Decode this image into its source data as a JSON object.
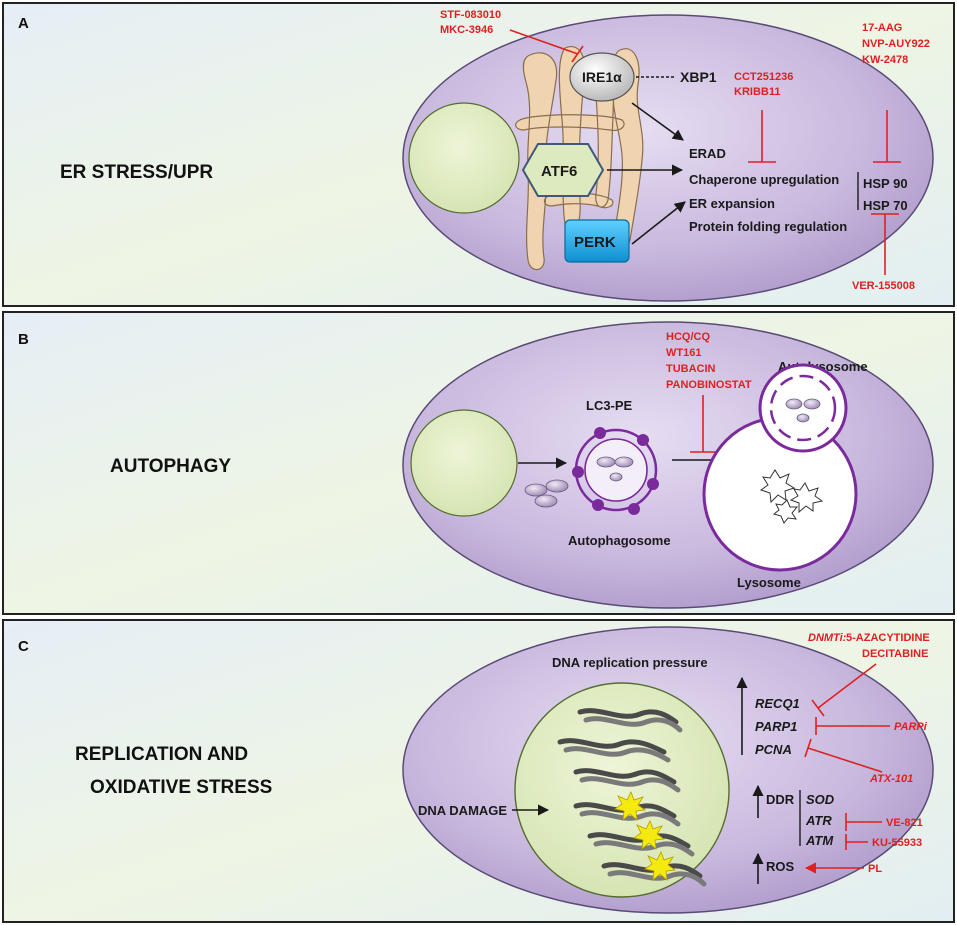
{
  "panels": {
    "a": {
      "letter": "A",
      "title": "ER STRESS/UPR",
      "sensors": {
        "ire1": "IRE1α",
        "xbp1": "XBP1",
        "atf6": "ATF6",
        "perk": "PERK"
      },
      "outputs": [
        "ERAD",
        "Chaperone upregulation",
        "ER expansion",
        "Protein folding regulation"
      ],
      "hsp90": "HSP 90",
      "hsp70": "HSP 70",
      "drugs": {
        "ire1": [
          "STF-083010",
          "MKC-3946"
        ],
        "erad": [
          "CCT251236",
          "KRIBB11"
        ],
        "hsp90": [
          "17-AAG",
          "NVP-AUY922",
          "KW-2478"
        ],
        "hsp70": [
          "VER-155008"
        ]
      }
    },
    "b": {
      "letter": "B",
      "title": "AUTOPHAGY",
      "lc3": "LC3-PE",
      "autophagosome": "Autophagosome",
      "autolysosome": "Autolysosome",
      "lysosome": "Lysosome",
      "drugs": [
        "HCQ/CQ",
        "WT161",
        "TUBACIN",
        "PANOBINOSTAT"
      ]
    },
    "c": {
      "letter": "C",
      "title_lines": [
        "REPLICATION AND",
        "OXIDATIVE STRESS"
      ],
      "pressure": "DNA replication pressure",
      "damage": "DNA DAMAGE",
      "genes": [
        "RECQ1",
        "PARP1",
        "PCNA"
      ],
      "ddr": "DDR",
      "ddr_items": [
        "SOD",
        "ATR",
        "ATM"
      ],
      "ros": "ROS",
      "drugs": {
        "dnmti_prefix": "DNMTi:",
        "dnmti_1": "5-AZACYTIDINE",
        "dnmti_2": "DECITABINE",
        "parpi": "PARPi",
        "atx": "ATX-101",
        "ve": "VE-821",
        "ku": "KU-55933",
        "pl": "PL"
      }
    }
  },
  "colors": {
    "panel_bg": "#eef4e6",
    "cell_fill": "#c6b5dc",
    "cell_edge": "#5a4a76",
    "nucleus": "#dde9bf",
    "er": "#f0d4b0",
    "atf6": "#dde9bf",
    "perk": "#1ba5e6",
    "inhibitor": "#e02020",
    "vesicle": "#7b2a9c"
  }
}
